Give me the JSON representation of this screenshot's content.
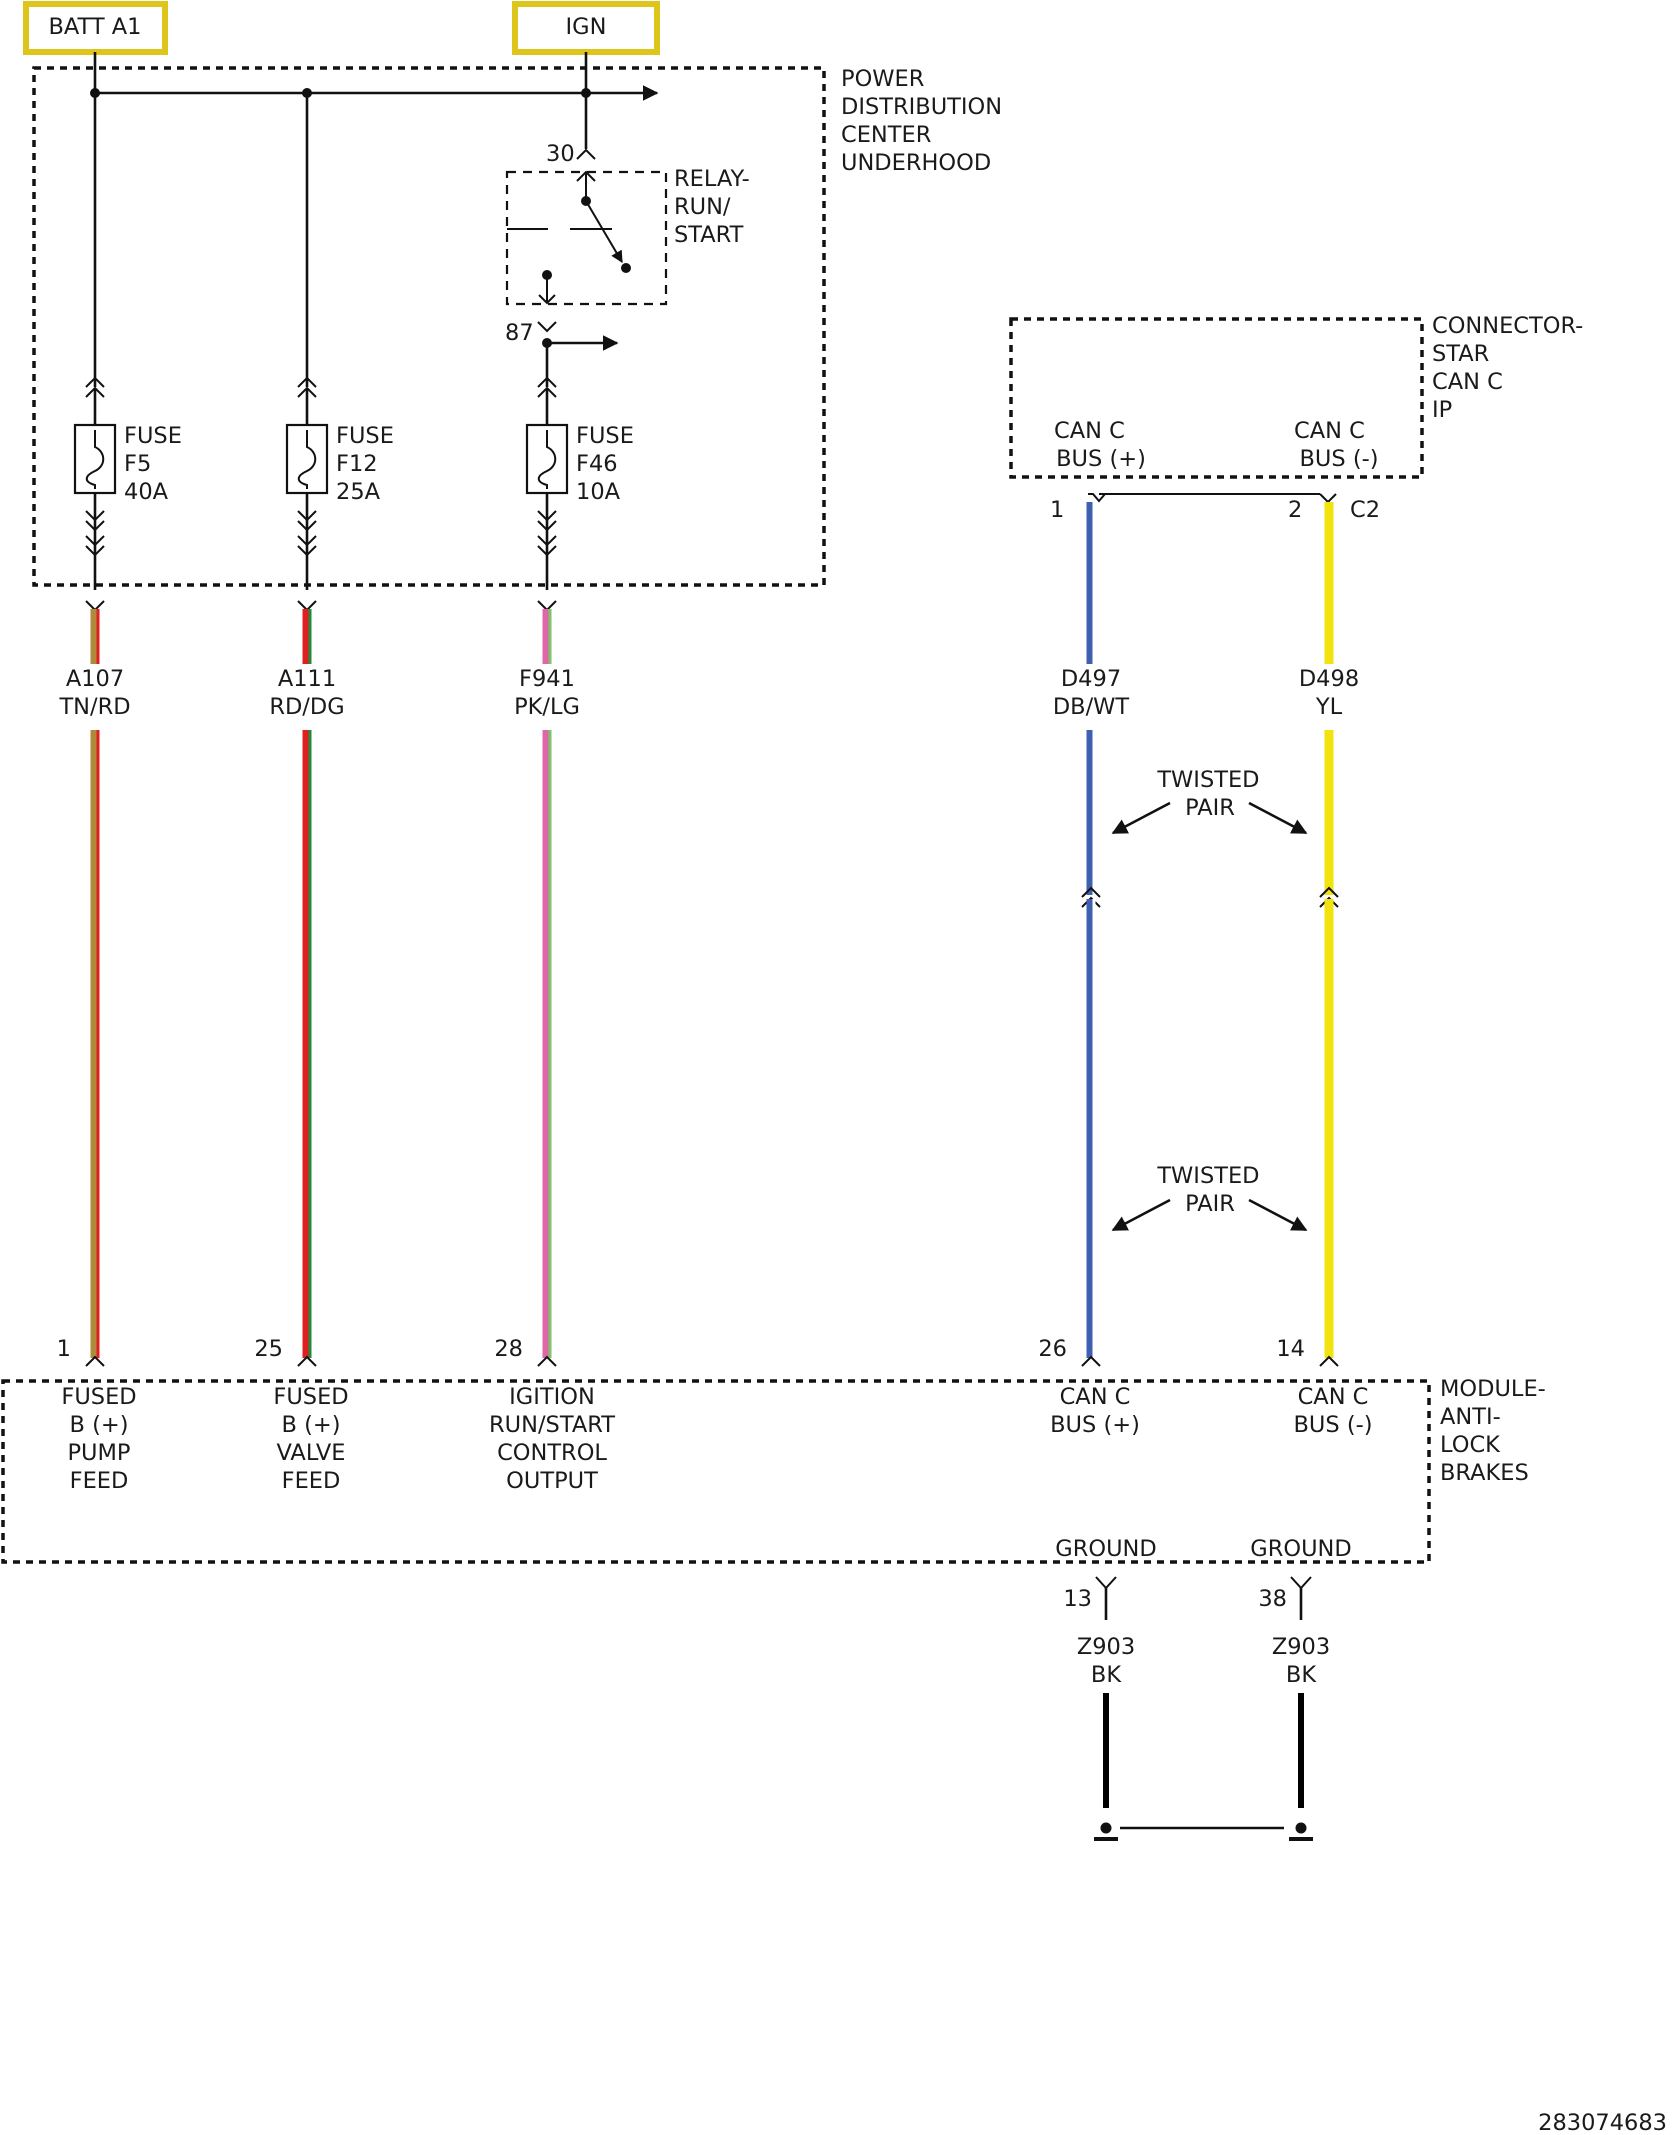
{
  "labels": {
    "batt": "BATT A1",
    "ign": "IGN",
    "pdc": [
      "POWER",
      "DISTRIBUTION",
      "CENTER",
      "UNDERHOOD"
    ],
    "relay": [
      "RELAY-",
      "RUN/",
      "START"
    ],
    "relay_pin_30": "30",
    "relay_pin_87": "87",
    "star": [
      "CONNECTOR-",
      "STAR",
      "CAN C",
      "IP"
    ],
    "star_pin_plus": "1",
    "star_pin_minus": "2",
    "star_connector": "C2",
    "star_can_plus": [
      "CAN C",
      "BUS (+)"
    ],
    "star_can_minus": [
      "CAN C",
      "BUS (-)"
    ],
    "twisted_pair": [
      "TWISTED",
      "PAIR"
    ],
    "module": [
      "MODULE-",
      "ANTI-",
      "LOCK",
      "BRAKES"
    ],
    "ground_label": "GROUND",
    "diagram_id": "283074683"
  },
  "fuses": [
    {
      "lines": [
        "FUSE",
        "F5",
        "40A"
      ]
    },
    {
      "lines": [
        "FUSE",
        "F12",
        "25A"
      ]
    },
    {
      "lines": [
        "FUSE",
        "F46",
        "10A"
      ]
    }
  ],
  "wires": [
    {
      "circuit": "A107",
      "color": "TN/RD",
      "pin": "1",
      "function": [
        "FUSED",
        "B (+)",
        "PUMP",
        "FEED"
      ],
      "base_color": "#b0893c",
      "stripe_color": "#e02020"
    },
    {
      "circuit": "A111",
      "color": "RD/DG",
      "pin": "25",
      "function": [
        "FUSED",
        "B (+)",
        "VALVE",
        "FEED"
      ],
      "base_color": "#e02020",
      "stripe_color": "#1f8a3a"
    },
    {
      "circuit": "F941",
      "color": "PK/LG",
      "pin": "28",
      "function": [
        "IGITION",
        "RUN/START",
        "CONTROL",
        "OUTPUT"
      ],
      "base_color": "#e066a8",
      "stripe_color": "#7cc46a"
    },
    {
      "circuit": "D497",
      "color": "DB/WT",
      "pin": "26",
      "function": [
        "CAN C",
        "BUS (+)"
      ],
      "base_color": "#3f5fb0",
      "stripe_color": "#ffffff"
    },
    {
      "circuit": "D498",
      "color": "YL",
      "pin": "14",
      "function": [
        "CAN C",
        "BUS (-)"
      ],
      "base_color": "#f2e30f",
      "stripe_color": "#f2e30f"
    }
  ],
  "grounds": [
    {
      "pin": "13",
      "circuit": "Z903",
      "color": "BK"
    },
    {
      "pin": "38",
      "circuit": "Z903",
      "color": "BK"
    }
  ]
}
